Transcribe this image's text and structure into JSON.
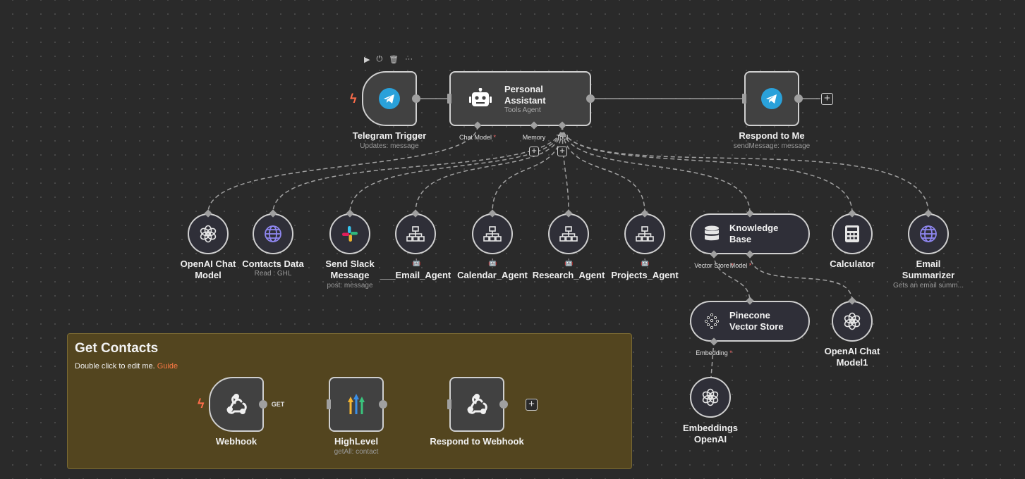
{
  "sticky": {
    "title": "Get Contacts",
    "note_text": "Double click to edit me.",
    "note_link": "Guide"
  },
  "toolbar": {
    "play_icon": "▶",
    "power_icon": "⏻",
    "delete_icon": "🗑",
    "more_icon": "···"
  },
  "nodes": {
    "telegram_trigger": {
      "label": "Telegram Trigger",
      "sub": "Updates: message"
    },
    "personal_assistant": {
      "label_line1": "Personal",
      "label_line2": "Assistant",
      "sub": "Tools Agent"
    },
    "respond_to_me": {
      "label": "Respond to Me",
      "sub": "sendMessage: message"
    },
    "openai_chat_model": {
      "label_line1": "OpenAI Chat",
      "label_line2": "Model"
    },
    "contacts_data": {
      "label": "Contacts Data",
      "sub": "Read : GHL"
    },
    "send_slack": {
      "label_line1": "Send Slack",
      "label_line2": "Message",
      "sub": "post: message"
    },
    "email_agent": {
      "label": "___Email_Agent"
    },
    "calendar_agent": {
      "label": "Calendar_Agent"
    },
    "research_agent": {
      "label": "Research_Agent"
    },
    "projects_agent": {
      "label": "Projects_Agent"
    },
    "knowledge_base": {
      "label_line1": "Knowledge",
      "label_line2": "Base"
    },
    "calculator": {
      "label": "Calculator"
    },
    "email_summarizer": {
      "label_line1": "Email",
      "label_line2": "Summarizer",
      "sub": "Gets an email summ..."
    },
    "pinecone": {
      "label_line1": "Pinecone",
      "label_line2": "Vector Store"
    },
    "openai_chat_model1": {
      "label_line1": "OpenAI Chat",
      "label_line2": "Model1"
    },
    "embeddings": {
      "label_line1": "Embeddings",
      "label_line2": "OpenAI"
    },
    "webhook": {
      "label": "Webhook"
    },
    "highlevel": {
      "label": "HighLevel",
      "sub": "getAll: contact"
    },
    "respond_webhook": {
      "label": "Respond to Webhook"
    }
  },
  "ports": {
    "chat_model": "Chat Model",
    "memory": "Memory",
    "tool": "Tool",
    "vector_store": "Vector Store",
    "model": "Model",
    "embedding": "Embedding",
    "required_mark": "*",
    "get_method": "GET"
  },
  "colors": {
    "canvas": "#2a2a2a",
    "node_fill": "#414141",
    "sticky_fill": "#53451f",
    "telegram_blue": "#2aa1da",
    "accent_orange": "#ff6d4a",
    "globe_purple": "#8f87f1"
  }
}
